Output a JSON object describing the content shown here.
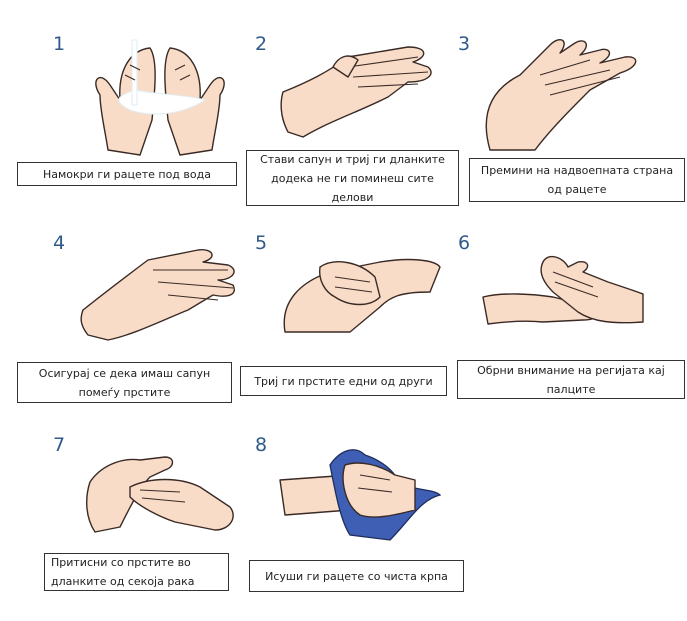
{
  "title": "Handwashing steps",
  "colors": {
    "number": "#2f5a8a",
    "skin": "#f8dcc8",
    "outline": "#3a2a25",
    "towel": "#3f5fb5",
    "water": "#ffffff"
  },
  "steps": [
    {
      "number": "1",
      "text": "Намокри ги рацете под вода"
    },
    {
      "number": "2",
      "text": "Стави сапун и триј ги дланките додека не ги поминеш сите делови"
    },
    {
      "number": "3",
      "text": "Премини на надвоепната страна од рацете"
    },
    {
      "number": "4",
      "text": "Осигурај се дека имаш сапун помеѓу прстите"
    },
    {
      "number": "5",
      "text": "Триј ги прстите едни од други"
    },
    {
      "number": "6",
      "text": "Обрни внимание на регијата кај палците"
    },
    {
      "number": "7",
      "text": "Притисни со прстите во дланките од секоја рака"
    },
    {
      "number": "8",
      "text": "Исуши ги рацете со чиста крпа"
    }
  ]
}
